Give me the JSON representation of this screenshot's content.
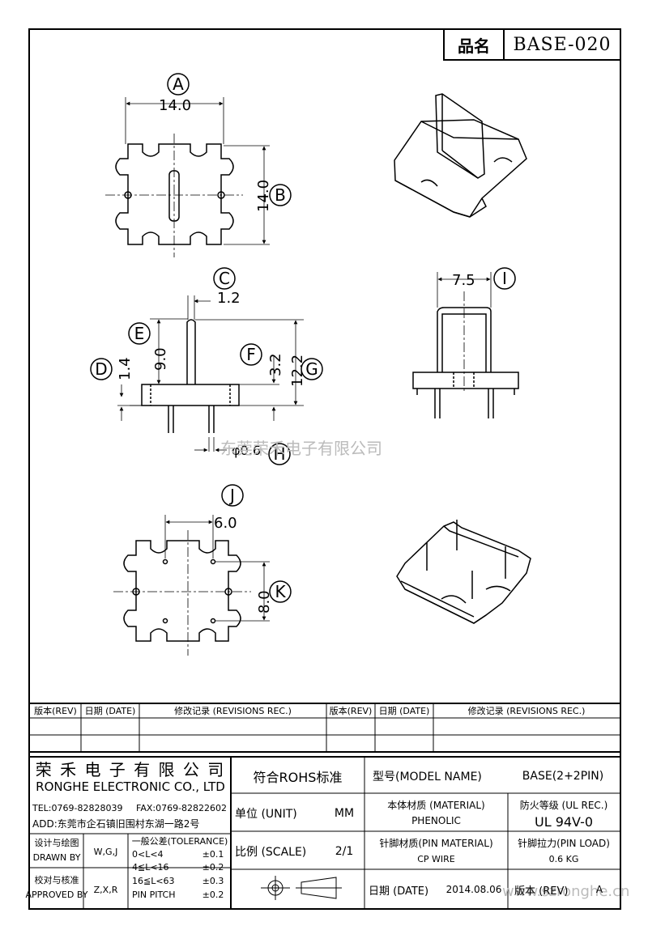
{
  "title": {
    "label": "品名",
    "value": "BASE-020"
  },
  "dimensions": {
    "A": "14.0",
    "B": "14.0",
    "C": "1.2",
    "D": "1.4",
    "E": "9.0",
    "F": "3.2",
    "G": "12.2",
    "H": "φ0.6",
    "I": "7.5",
    "J": "6.0",
    "K": "8.0"
  },
  "callouts": [
    "A",
    "B",
    "C",
    "D",
    "E",
    "F",
    "G",
    "H",
    "I",
    "J",
    "K"
  ],
  "watermark_center": "东莞荣禾电子有限公司",
  "watermark_corner": "www.szronghe.cn",
  "revisions": {
    "rev": "版本(REV)",
    "date": "日期 (DATE)",
    "rec": "修改记录 (REVISIONS REC.)"
  },
  "company": {
    "name_cn": "荣 禾 电 子 有 限 公 司",
    "name_en": "RONGHE ELECTRONIC CO., LTD",
    "tel": "TEL:0769-82828039",
    "fax": "FAX:0769-82822602",
    "address": "ADD:东莞市企石镇旧围村东湖一路2号"
  },
  "approval": {
    "drawn_cn": "设计与绘图",
    "drawn_en": "DRAWN BY",
    "drawn_val": "W,G,J",
    "approved_cn": "校对与核准",
    "approved_en": "APPROVED BY",
    "approved_val": "Z,X,R"
  },
  "tolerance": {
    "header": "一般公差(TOLERANCE)",
    "rows": [
      {
        "range": "0<L<4",
        "tol": "±0.1"
      },
      {
        "range": "4≦L<16",
        "tol": "±0.2"
      },
      {
        "range": "16≦L<63",
        "tol": "±0.3"
      },
      {
        "range": "PIN PITCH",
        "tol": "±0.2"
      }
    ]
  },
  "rohs": "符合ROHS标准",
  "unit": {
    "label": "单位 (UNIT)",
    "value": "MM"
  },
  "scale": {
    "label": "比例 (SCALE)",
    "value": "2/1"
  },
  "model": {
    "label": "型号(MODEL NAME)",
    "value": "BASE(2+2PIN)"
  },
  "material": {
    "label": "本体材质 (MATERIAL)",
    "value": "PHENOLIC"
  },
  "fire": {
    "label": "防火等级 (UL REC.)",
    "value": "UL 94V-0"
  },
  "pin_material": {
    "label": "针脚材质(PIN MATERIAL)",
    "value": "CP WIRE"
  },
  "pin_load": {
    "label": "针脚拉力(PIN LOAD)",
    "value": "0.6 KG"
  },
  "date": {
    "label": "日期 (DATE)",
    "value": "2014.08.06"
  },
  "version": {
    "label": "版本 (REV)",
    "value": "A"
  }
}
